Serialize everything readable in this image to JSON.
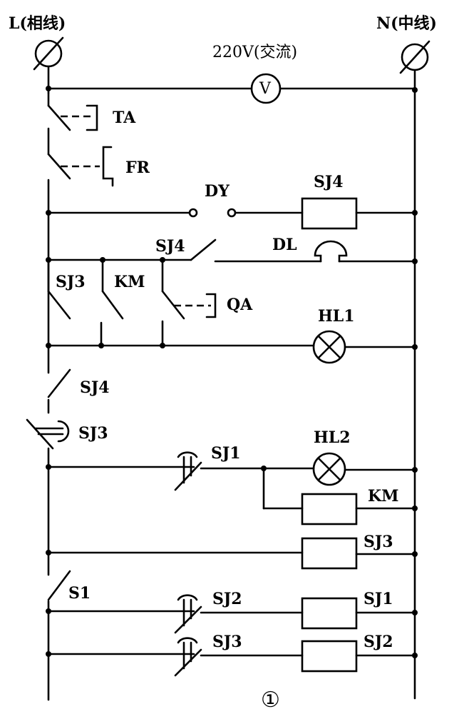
{
  "terminals": {
    "left": "L(相线)",
    "right": "N(中线)"
  },
  "supply": {
    "voltage": "220V(交流)",
    "meter": "V"
  },
  "components": {
    "ta": "TA",
    "fr": "FR",
    "dy": "DY",
    "sj4_coil": "SJ4",
    "sj4_contact": "SJ4",
    "dl": "DL",
    "sj3_contact": "SJ3",
    "km_contact": "KM",
    "qa": "QA",
    "hl1": "HL1",
    "sj4_lower": "SJ4",
    "sj3_lower": "SJ3",
    "sj1_contact": "SJ1",
    "hl2": "HL2",
    "km_coil": "KM",
    "sj3_coil": "SJ3",
    "s1": "S1",
    "sj2_contact": "SJ2",
    "sj1_coil": "SJ1",
    "sj3_contact2": "SJ3",
    "sj2_coil": "SJ2"
  },
  "figure_number": "①"
}
